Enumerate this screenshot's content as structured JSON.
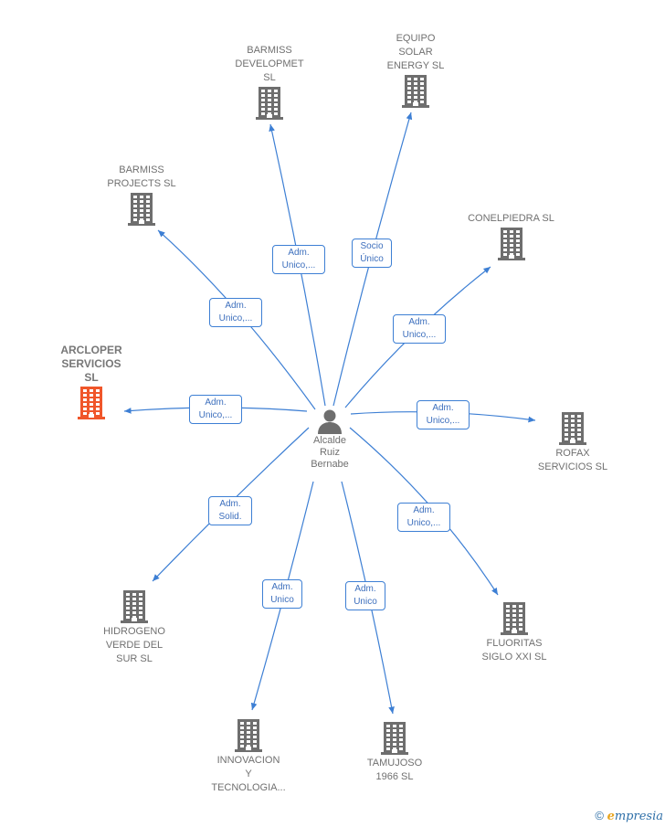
{
  "center": {
    "name": "Alcalde\nRuiz\nBernabe",
    "icon": "person-icon"
  },
  "nodes": [
    {
      "id": "arcloper",
      "label": "ARCLOPER\nSERVICIOS\nSL",
      "highlight": true,
      "color": "#f0562a"
    },
    {
      "id": "barmiss-projects",
      "label": "BARMISS\nPROJECTS  SL",
      "highlight": false,
      "color": "#6e6e6e"
    },
    {
      "id": "barmiss-developmet",
      "label": "BARMISS\nDEVELOPMET\nSL",
      "highlight": false,
      "color": "#6e6e6e"
    },
    {
      "id": "equipo-solar",
      "label": "EQUIPO\nSOLAR\nENERGY  SL",
      "highlight": false,
      "color": "#6e6e6e"
    },
    {
      "id": "conelpiedra",
      "label": "CONELPIEDRA SL",
      "highlight": false,
      "color": "#6e6e6e"
    },
    {
      "id": "rofax",
      "label": "ROFAX\nSERVICIOS  SL",
      "highlight": false,
      "color": "#6e6e6e"
    },
    {
      "id": "fluoritas",
      "label": "FLUORITAS\nSIGLO XXI  SL",
      "highlight": false,
      "color": "#6e6e6e"
    },
    {
      "id": "tamujoso",
      "label": "TAMUJOSO\n1966  SL",
      "highlight": false,
      "color": "#6e6e6e"
    },
    {
      "id": "innovacion",
      "label": "INNOVACION\nY\nTECNOLOGIA...",
      "highlight": false,
      "color": "#6e6e6e"
    },
    {
      "id": "hidrogeno",
      "label": "HIDROGENO\nVERDE DEL\nSUR  SL",
      "highlight": false,
      "color": "#6e6e6e"
    }
  ],
  "edges": [
    {
      "to": "arcloper",
      "label": "Adm.\nUnico,..."
    },
    {
      "to": "barmiss-projects",
      "label": "Adm.\nUnico,..."
    },
    {
      "to": "barmiss-developmet",
      "label": "Adm.\nUnico,..."
    },
    {
      "to": "equipo-solar",
      "label": "Socio\nÚnico"
    },
    {
      "to": "conelpiedra",
      "label": "Adm.\nUnico,..."
    },
    {
      "to": "rofax",
      "label": "Adm.\nUnico,..."
    },
    {
      "to": "fluoritas",
      "label": "Adm.\nUnico,..."
    },
    {
      "to": "tamujoso",
      "label": "Adm.\nUnico"
    },
    {
      "to": "innovacion",
      "label": "Adm.\nUnico"
    },
    {
      "to": "hidrogeno",
      "label": "Adm.\nSolid."
    }
  ],
  "colors": {
    "edge": "#3d7fd4",
    "building": "#6e6e6e",
    "highlight": "#f0562a"
  },
  "brand": {
    "symbol": "©",
    "e": "e",
    "rest": "mpresia"
  }
}
